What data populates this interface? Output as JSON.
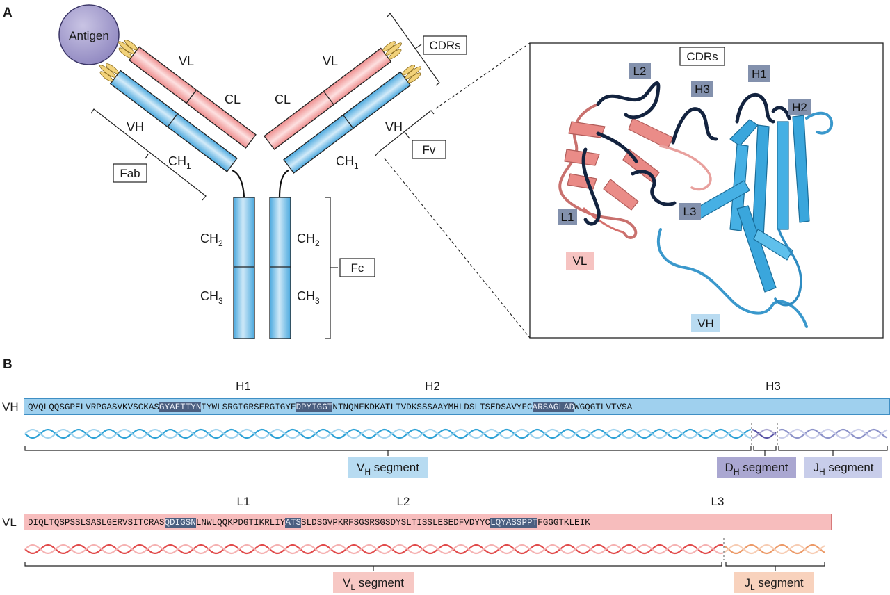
{
  "panels": {
    "a": "A",
    "b": "B"
  },
  "antibody": {
    "antigen": "Antigen",
    "vl_left": "VL",
    "cl_left": "CL",
    "vh_left": "VH",
    "ch1_left": "CH",
    "ch1_left_sub": "1",
    "vl_right": "VL",
    "cl_right": "CL",
    "vh_right": "VH",
    "ch1_right": "CH",
    "ch1_right_sub": "1",
    "ch2_left": "CH",
    "ch2_left_sub": "2",
    "ch3_left": "CH",
    "ch3_left_sub": "3",
    "ch2_right": "CH",
    "ch2_right_sub": "2",
    "ch3_right": "CH",
    "ch3_right_sub": "3",
    "fab": "Fab",
    "fc": "Fc",
    "fv": "Fv",
    "cdrs": "CDRs"
  },
  "structure": {
    "cdrs": "CDRs",
    "labels": [
      "L2",
      "H3",
      "H1",
      "H2",
      "L1",
      "L3"
    ],
    "vl": "VL",
    "vh": "VH",
    "colors": {
      "vl": "#e88a86",
      "vh": "#3aa6dc",
      "cdr": "#13233f",
      "tag": "#8391ad"
    }
  },
  "sequences": {
    "vh": {
      "label": "VH",
      "cdr_titles": [
        "H1",
        "H2",
        "H3"
      ],
      "parts": [
        {
          "text": "QVQLQQSGPELVRPGASVKVSCKAS",
          "cdr": false
        },
        {
          "text": "GYAFTTYN",
          "cdr": true
        },
        {
          "text": "IYWLSRGIGRSFRGIGYF",
          "cdr": false
        },
        {
          "text": "DPYIGGT",
          "cdr": true
        },
        {
          "text": "NTNQNFKDKATLTVDKSSSAAYMHLDSLTSEDSAVYFC",
          "cdr": false
        },
        {
          "text": "ARSAGLAD",
          "cdr": true
        },
        {
          "text": "WGQGTLVTVSA",
          "cdr": false
        }
      ],
      "segments": [
        {
          "name": "V",
          "sub": "H",
          "suffix": " segment",
          "color": "#b7dbf1"
        },
        {
          "name": "D",
          "sub": "H",
          "suffix": " segment",
          "color": "#aaa7d1"
        },
        {
          "name": "J",
          "sub": "H",
          "suffix": " segment",
          "color": "#c8cdea"
        }
      ]
    },
    "vl": {
      "label": "VL",
      "cdr_titles": [
        "L1",
        "L2",
        "L3"
      ],
      "parts": [
        {
          "text": "DIQLTQSPSSLSASLGERVSITCRAS",
          "cdr": false
        },
        {
          "text": "QDIGSN",
          "cdr": true
        },
        {
          "text": "LNWLQQKPDGTIKRLIY",
          "cdr": false
        },
        {
          "text": "ATS",
          "cdr": true
        },
        {
          "text": "SLDSGVPKRFSGSRSGSDYSLTISSLESEDFVDYYC",
          "cdr": false
        },
        {
          "text": "LQYASSPPT",
          "cdr": true
        },
        {
          "text": "FGGGTKLEIK",
          "cdr": false
        }
      ],
      "segments": [
        {
          "name": "V",
          "sub": "L",
          "suffix": " segment",
          "color": "#f7c8c4"
        },
        {
          "name": "J",
          "sub": "L",
          "suffix": " segment",
          "color": "#f8d2bd"
        }
      ]
    }
  }
}
